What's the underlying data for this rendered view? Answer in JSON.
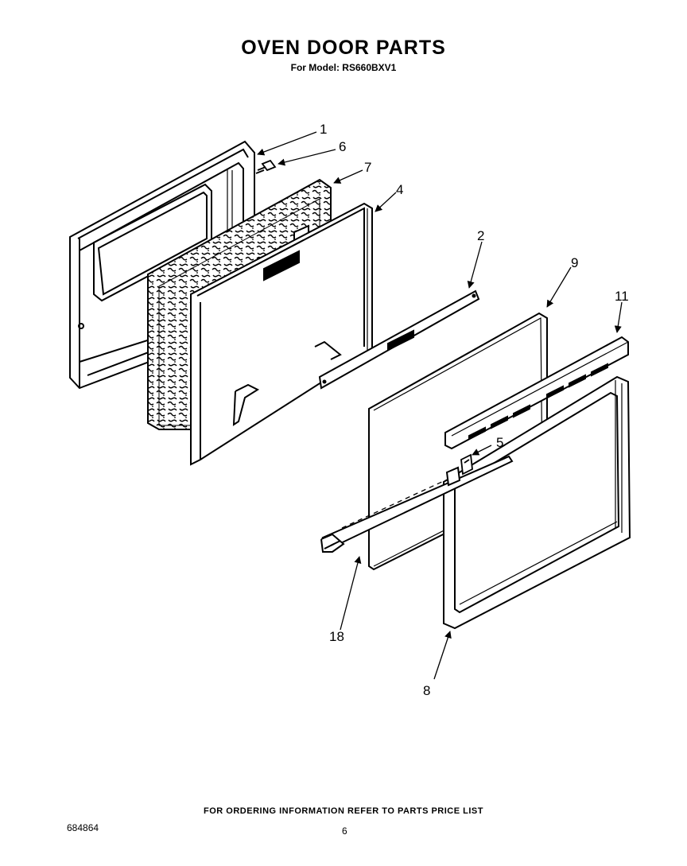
{
  "header": {
    "title": "OVEN DOOR PARTS",
    "subtitle": "For Model: RS660BXV1"
  },
  "callouts": {
    "c1": "1",
    "c2": "2",
    "c4": "4",
    "c5": "5",
    "c6": "6",
    "c7": "7",
    "c8": "8",
    "c9": "9",
    "c11": "11",
    "c18": "18"
  },
  "footer": {
    "note": "FOR ORDERING INFORMATION REFER TO PARTS PRICE LIST",
    "doc_number": "684864",
    "page_number": "6"
  }
}
